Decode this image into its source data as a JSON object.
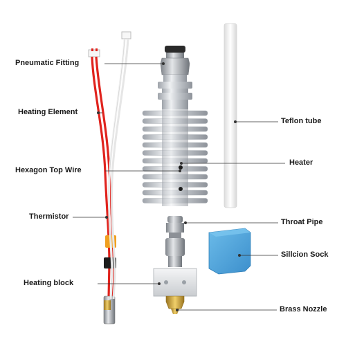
{
  "labels": {
    "pneumatic_fitting": "Pneumatic Fitting",
    "heating_element": "Heating Element",
    "hexagon_top_wire": "Hexagon Top Wire",
    "thermistor": "Thermistor",
    "heating_block": "Heating block",
    "teflon_tube": "Teflon tube",
    "heater": "Heater",
    "throat_pipe": "Throat Pipe",
    "silicone_sock": "Sillcion Sock",
    "brass_nozzle": "Brass Nozzle"
  },
  "colors": {
    "background": "#ffffff",
    "aluminium": "#c9ccd1",
    "red_wire": "#e0231d",
    "white_wire": "#f4f4f4",
    "silicone_sock": "#4aa3dc",
    "brass": "#c9a03a",
    "teflon": "#f2f2f2",
    "leader_line": "#333333"
  }
}
